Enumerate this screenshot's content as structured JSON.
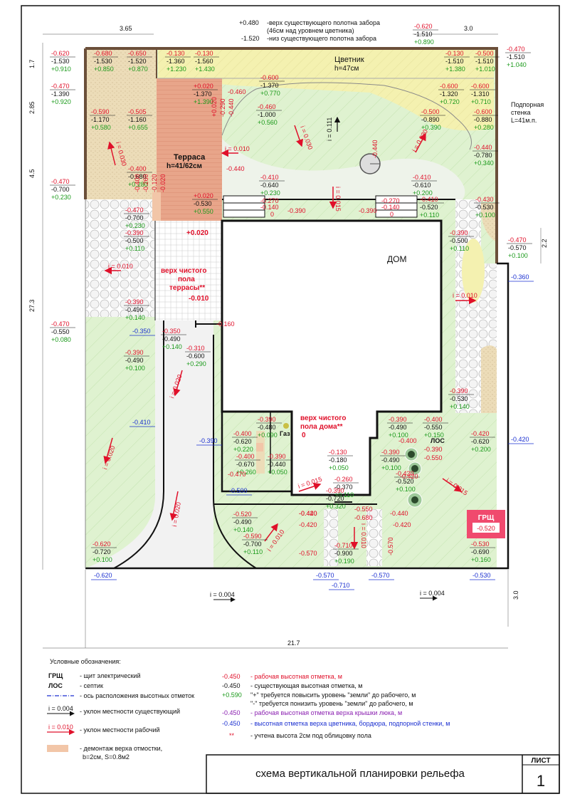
{
  "top_notes": {
    "line1_val": "+0.480",
    "line1_txt": "-верх существующего полотна забора",
    "line2_txt": "(46см над уровнем цветника)",
    "line3_val": "-1.520",
    "line3_txt": "-низ существующего полотна забора"
  },
  "dims": {
    "d365": "3.65",
    "d30top": "3.0",
    "d17": "1.7",
    "d285": "2.85",
    "d45": "4.5",
    "d273": "27.3",
    "d22": "2.2",
    "d30bot": "3.0",
    "d217": "21.7"
  },
  "labels": {
    "flowerbed": "Цветник",
    "flowerbed_h": "h=47см",
    "terrace": "Терраса",
    "terrace_h": "h=41/62см",
    "house": "ДОМ",
    "wall1": "Подпорная",
    "wall2": "стенка",
    "wall3": "L=41м.п.",
    "gas": "Газ",
    "los": "ЛОС",
    "grsch": "ГРЩ",
    "grsch_val": "-0.520",
    "terr_floor1": "верх чистого",
    "terr_floor2": "пола",
    "terr_floor3": "террасы**",
    "terr_floor_val": "-0.010",
    "terr_plus": "+0.020",
    "house_floor1": "верх чистого",
    "house_floor2": "пола дома**",
    "house_floor_val": "0"
  },
  "slopes": {
    "s0111": "i = 0.111",
    "s010a": "i = 0.010",
    "s030a": "i = 0.030",
    "s030b": "i = 0.030",
    "s030c": "i = 0.030",
    "s015a": "i = 0.015",
    "s010b": "i = 0.010",
    "s010c": "i = 0.010",
    "s020a": "i = 0.020",
    "s020b": "i = 0.020",
    "s020c": "i = 0.020",
    "s015b": "i = 0.015",
    "s015c": "i = 0.015",
    "s010d": "i = 0.010",
    "s010e": "i = 0.010",
    "s004a": "i = 0.004",
    "s004b": "i = 0.004"
  },
  "marks": [
    {
      "r": "-0.620",
      "b": "-1.530",
      "g": "+0.910"
    },
    {
      "r": "-0.680",
      "b": "-1.530",
      "g": "+0.850"
    },
    {
      "r": "-0.650",
      "b": "-1.520",
      "g": "+0.870"
    },
    {
      "r": "-0.130",
      "b": "-1.360",
      "g": "+1.230"
    },
    {
      "r": "-0.130",
      "b": "-1.560",
      "g": "+1.430"
    },
    {
      "r": "-0.620",
      "b": "-1.510",
      "g": "+0.890"
    },
    {
      "r": "-0.130",
      "b": "-1.510",
      "g": "+1.380"
    },
    {
      "r": "-0.500",
      "b": "-1.510",
      "g": "+1.010"
    },
    {
      "r": "-0.470",
      "b": "-1.510",
      "g": "+1.040"
    },
    {
      "r": "-0.470",
      "b": "-1.390",
      "g": "+0.920"
    },
    {
      "r": "+0.020",
      "b": "-1.370",
      "g": "+1.390"
    },
    {
      "r": "-0.600",
      "b": "-1.370",
      "g": "+0.770"
    },
    {
      "r": "-0.600",
      "b": "-1.320",
      "g": "+0.720"
    },
    {
      "r": "-0.600",
      "b": "-1.310",
      "g": "+0.710"
    },
    {
      "r": "-0.590",
      "b": "-1.170",
      "g": "+0.580"
    },
    {
      "r": "-0.505",
      "b": "-1.160",
      "g": "+0.655"
    },
    {
      "r": "-0.460",
      "b": "-1.000",
      "g": "+0.560"
    },
    {
      "r": "-0.500",
      "b": "-0.890",
      "g": "+0.390"
    },
    {
      "r": "-0.600",
      "b": "-0.880",
      "g": "+0.280"
    },
    {
      "r": "-0.440",
      "b": "-0.780",
      "g": "+0.340"
    },
    {
      "r": "-0.400",
      "b": "-0.680",
      "g": "+0.280"
    },
    {
      "r": "-0.470",
      "b": "-0.700",
      "g": "+0.230"
    },
    {
      "r": "-0.410",
      "b": "-0.640",
      "g": "+0.230"
    },
    {
      "r": "-0.410",
      "b": "-0.610",
      "g": "+0.200"
    },
    {
      "r": "+0.020",
      "b": "-0.530",
      "g": "+0.550"
    },
    {
      "r": "-0.410",
      "b": "-0.520",
      "g": "+0.110"
    },
    {
      "r": "-0.430",
      "b": "-0.530",
      "g": "+0.100"
    },
    {
      "r": "-0.470",
      "b": "-0.700",
      "g": "+0.230"
    },
    {
      "r": "-0.390",
      "b": "-0.500",
      "g": "+0.110"
    },
    {
      "r": "-0.390",
      "b": "-0.500",
      "g": "+0.110"
    },
    {
      "r": "-0.470",
      "b": "-0.570",
      "g": "+0.100"
    },
    {
      "r": "-0.390",
      "b": "-0.490",
      "g": "+0.140"
    },
    {
      "r": "-0.470",
      "b": "-0.550",
      "g": "+0.080"
    },
    {
      "r": "-0.350",
      "b": "-0.490",
      "g": "+0.140"
    },
    {
      "r": "-0.310",
      "b": "-0.600",
      "g": "+0.290"
    },
    {
      "r": "-0.390",
      "b": "-0.490",
      "g": "+0.100"
    },
    {
      "r": "-0.390",
      "b": "-0.530",
      "g": "+0.140"
    },
    {
      "r": "-0.390",
      "b": "-0.480",
      "g": "+0.090"
    },
    {
      "r": "-0.390",
      "b": "-0.490",
      "g": "+0.100"
    },
    {
      "r": "-0.400",
      "b": "-0.550",
      "g": "+0.150"
    },
    {
      "r": "-0.400",
      "b": "-0.620",
      "g": "+0.220"
    },
    {
      "r": "-0.420",
      "b": "-0.620",
      "g": "+0.200"
    },
    {
      "r": "-0.400",
      "b": "-0.670",
      "g": "+0.260"
    },
    {
      "r": "-0.390",
      "b": "-0.440",
      "g": "+0.050"
    },
    {
      "r": "-0.130",
      "b": "-0.180",
      "g": "+0.050"
    },
    {
      "r": "-0.390",
      "b": "-0.490",
      "g": "+0.100"
    },
    {
      "r": "-0.260",
      "b": "-0.370",
      "g": "+0.110"
    },
    {
      "r": "-0.390",
      "b": "-0.720",
      "g": "+0.320"
    },
    {
      "r": "-0.420",
      "b": "-0.520",
      "g": "+0.100"
    },
    {
      "r": "-0.520",
      "b": "-0.490",
      "g": "+0.140"
    },
    {
      "r": "-0.590",
      "b": "-0.700",
      "g": "+0.110"
    },
    {
      "r": "-0.710",
      "b": "-0.900",
      "g": "+0.190"
    },
    {
      "r": "-0.530",
      "b": "-0.690",
      "g": "+0.160"
    },
    {
      "r": "-0.620",
      "b": "-0.720",
      "g": "+0.100"
    }
  ],
  "single_red": {
    "a": "-0.460",
    "b": "-0.440",
    "c": "-0.440",
    "d": "-0.390",
    "e": "-0.390",
    "f": "-0.270",
    "g": "-0.140",
    "h": "0",
    "i": "-0.270",
    "j": "-0.140",
    "k": "0",
    "l": "-0.160",
    "m": "-0.470",
    "n": "-0.440",
    "o": "-0.420",
    "p": "-0.420",
    "q": "-0.440",
    "r": "-0.420",
    "s": "-0.570",
    "t": "-0.570",
    "u": "-0.550",
    "v": "-0.680",
    "w": "-0.400",
    "x": "-0.390",
    "y": "-0.550",
    "z": "-0.420",
    "t1": "+0.020",
    "t2": "-0.290",
    "t3": "-0.440",
    "c1": "-0.400",
    "c2": "-0.260",
    "c3": "-0.120",
    "c4": "-0.020"
  },
  "single_blue": {
    "a": "-0.350",
    "b": "-0.410",
    "c": "-0.390",
    "d": "-0.500",
    "e": "-0.360",
    "f": "-0.420",
    "g": "-0.620",
    "h": "-0.570",
    "i": "-0.710",
    "j": "-0.570",
    "k": "-0.530"
  },
  "legend": {
    "title": "Условные обозначения:",
    "grsch_k": "ГРЩ",
    "grsch_v": "- щит электрический",
    "los_k": "ЛОС",
    "los_v": "- септик",
    "axis_v": "- ось расположения высотных отметок",
    "exist_k": "i = 0.004",
    "exist_v": "- уклон местности существующий",
    "work_k": "i = 0.010",
    "work_v": "- уклон местности рабочий",
    "demo_v1": "- демонтаж верха отмостки,",
    "demo_v2": "b=2см, S=0.8м2",
    "r_k": "-0.450",
    "r_v": "- рабочая высотная отметка, м",
    "b_k": "-0.450",
    "b_v": "- существующая высотная отметка, м",
    "g_k": "+0.590",
    "g_v1": "\"+\" требуется повысить уровень \"земли\" до рабочего, м",
    "g_v2": "\"-\" требуется понизить уровень \"земли\" до рабочего, м",
    "p_k": "-0.450",
    "p_v": "- рабочая высотная отметка верха крышки люка, м",
    "bl_k": "-0.450",
    "bl_v": "- высотная отметка верха цветника, бордюра, подпорной стенки, м",
    "st_k": "**",
    "st_v": "- учтена высота 2см под облицовку пола"
  },
  "stamp": {
    "title": "схема вертикальной планировки рельефа",
    "sheet_label": "ЛИСТ",
    "sheet_no": "1"
  },
  "colors": {
    "red": "#e0102a",
    "green": "#1b9a1b",
    "blue": "#1a2fd0",
    "purple": "#8a1fb0",
    "terrace": "#e8a58a",
    "lawn": "#dff2d0",
    "flowerbed": "#f5f3b4",
    "gravel": "#ecdcb8"
  }
}
